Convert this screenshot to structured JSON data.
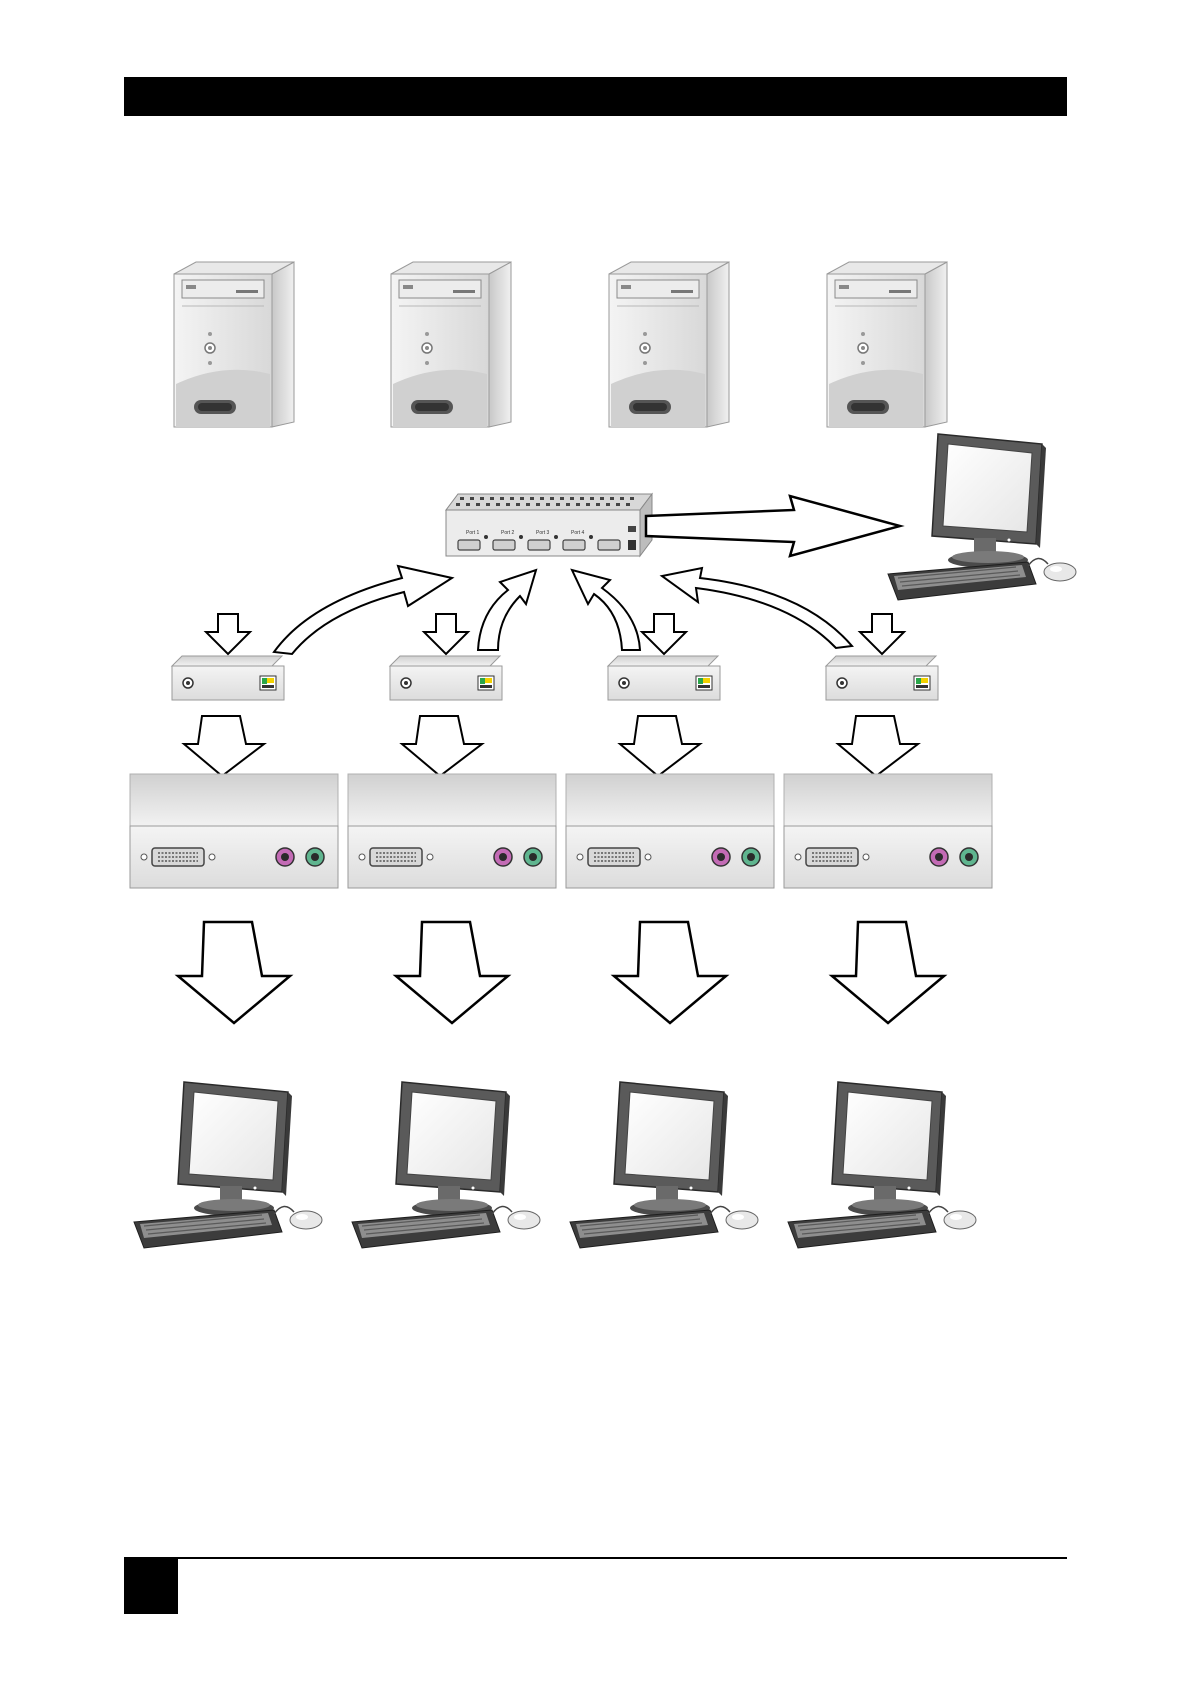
{
  "page": {
    "header_text": "",
    "page_number": ""
  },
  "diagram": {
    "switch_port_labels": [
      "Port 1",
      "Port 2",
      "Port 3",
      "Port 4"
    ],
    "computers": 4,
    "transmitters": 4,
    "receivers": 4,
    "remote_consoles": 4,
    "colors": {
      "header": "#000000",
      "device_face": "#e4e4e4",
      "ps2_keyboard": "#c36bb5",
      "ps2_mouse": "#5fb58f",
      "arrow_fill": "#ffffff",
      "arrow_stroke": "#000000"
    }
  }
}
